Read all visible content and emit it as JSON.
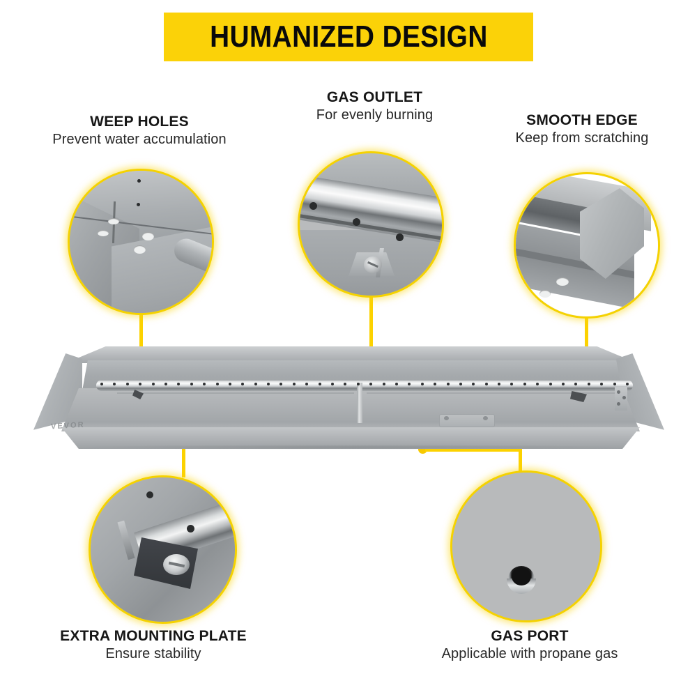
{
  "banner": {
    "title": "HUMANIZED DESIGN",
    "background_color": "#fbd208",
    "text_color": "#0a0a0a"
  },
  "theme": {
    "accent_color": "#fcd200",
    "connector_color": "#fcd200",
    "metal_color": "#aeb2b5",
    "background_color": "#ffffff"
  },
  "callouts": [
    {
      "id": "weep-holes",
      "title": "WEEP HOLES",
      "subtitle": "Prevent water accumulation",
      "bubble_content": "stainless-pan-corner-with-drilled-weep-holes"
    },
    {
      "id": "gas-outlet",
      "title": "GAS OUTLET",
      "subtitle": "For evenly burning",
      "bubble_content": "burner-tube-with-gas-outlet-ports-and-bracket-screw"
    },
    {
      "id": "smooth-edge",
      "title": "SMOOTH EDGE",
      "subtitle": "Keep from scratching",
      "bubble_content": "rounded-polished-pan-corner-edge"
    },
    {
      "id": "extra-mounting-plate",
      "title": "EXTRA MOUNTING PLATE",
      "subtitle": "Ensure stability",
      "bubble_content": "burner-tube-mounting-plate-with-screw"
    },
    {
      "id": "gas-port",
      "title": "GAS PORT",
      "subtitle": "Applicable with propane gas",
      "bubble_content": "gas-inlet-port-on-pan-underside"
    }
  ],
  "product": {
    "brand": "VEVOR",
    "description": "stainless-steel-rectangular-fire-pit-burner-pan"
  }
}
